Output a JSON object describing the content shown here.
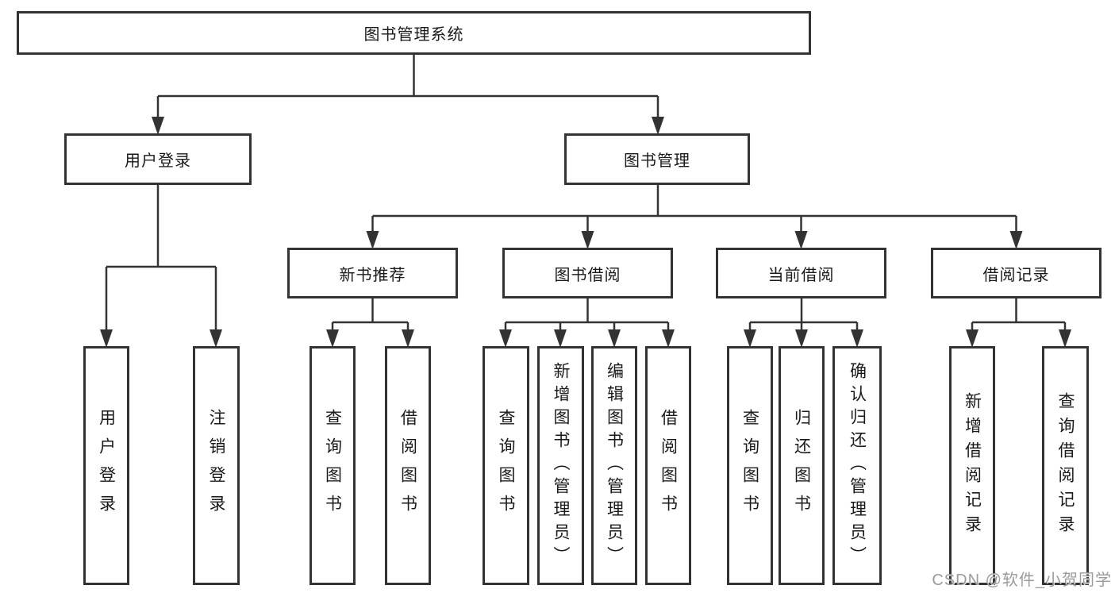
{
  "diagram": {
    "root": {
      "label": "图书管理系统"
    },
    "branches": [
      {
        "label": "用户登录",
        "children": [
          {
            "label": "用户登录"
          },
          {
            "label": "注销登录"
          }
        ]
      },
      {
        "label": "图书管理",
        "children": [
          {
            "label": "新书推荐",
            "children": [
              {
                "label": "查询图书"
              },
              {
                "label": "借阅图书"
              }
            ]
          },
          {
            "label": "图书借阅",
            "children": [
              {
                "label": "查询图书"
              },
              {
                "label": "新增图书（管理员）"
              },
              {
                "label": "编辑图书（管理员）"
              },
              {
                "label": "借阅图书"
              }
            ]
          },
          {
            "label": "当前借阅",
            "children": [
              {
                "label": "查询图书"
              },
              {
                "label": "归还图书"
              },
              {
                "label": "确认归还（管理员）"
              }
            ]
          },
          {
            "label": "借阅记录",
            "children": [
              {
                "label": "新增借阅记录"
              },
              {
                "label": "查询借阅记录"
              }
            ]
          }
        ]
      }
    ]
  },
  "watermark": {
    "text": "CSDN @软件_小贺同学"
  },
  "colors": {
    "line": "#333333",
    "border": "#333333",
    "text": "#1a1a1a",
    "background": "#ffffff",
    "watermark": "#9b9b9b"
  }
}
